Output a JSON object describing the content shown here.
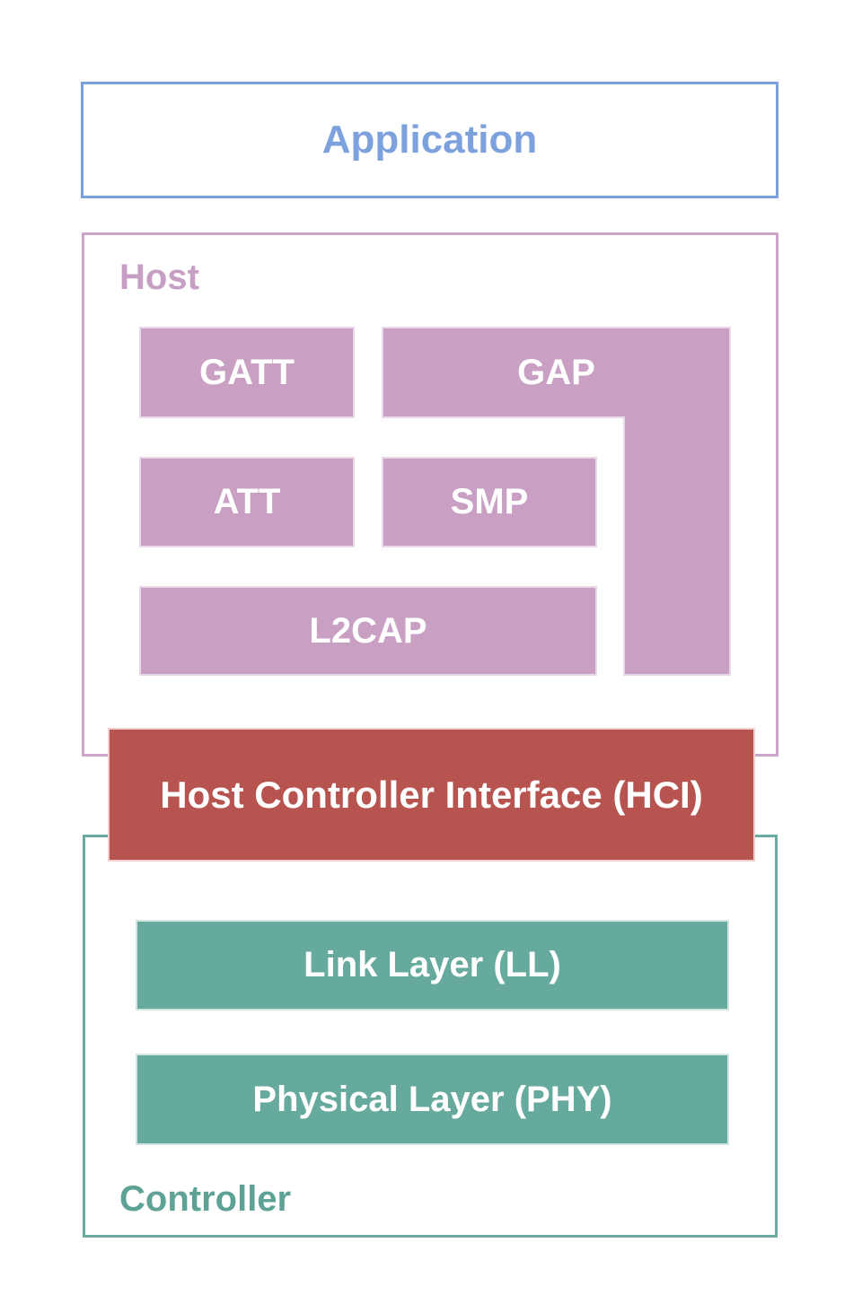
{
  "layers": {
    "application": {
      "label": "Application"
    },
    "host": {
      "label": "Host",
      "blocks": {
        "gatt": "GATT",
        "gap": "GAP",
        "att": "ATT",
        "smp": "SMP",
        "l2cap": "L2CAP"
      }
    },
    "hci": {
      "label": "Host Controller Interface (HCI)"
    },
    "controller": {
      "label": "Controller",
      "blocks": {
        "link_layer": "Link Layer (LL)",
        "phy": "Physical Layer (PHY)"
      }
    }
  },
  "colors": {
    "application_accent": "#7CA1DD",
    "host_accent": "#C9A0C4",
    "host_border": "#CBA6C9",
    "hci_fill": "#B85450",
    "controller_fill": "#66A99D",
    "controller_border": "#6BAB9F",
    "controller_label": "#5EA296",
    "block_text": "#FFFFFF"
  }
}
